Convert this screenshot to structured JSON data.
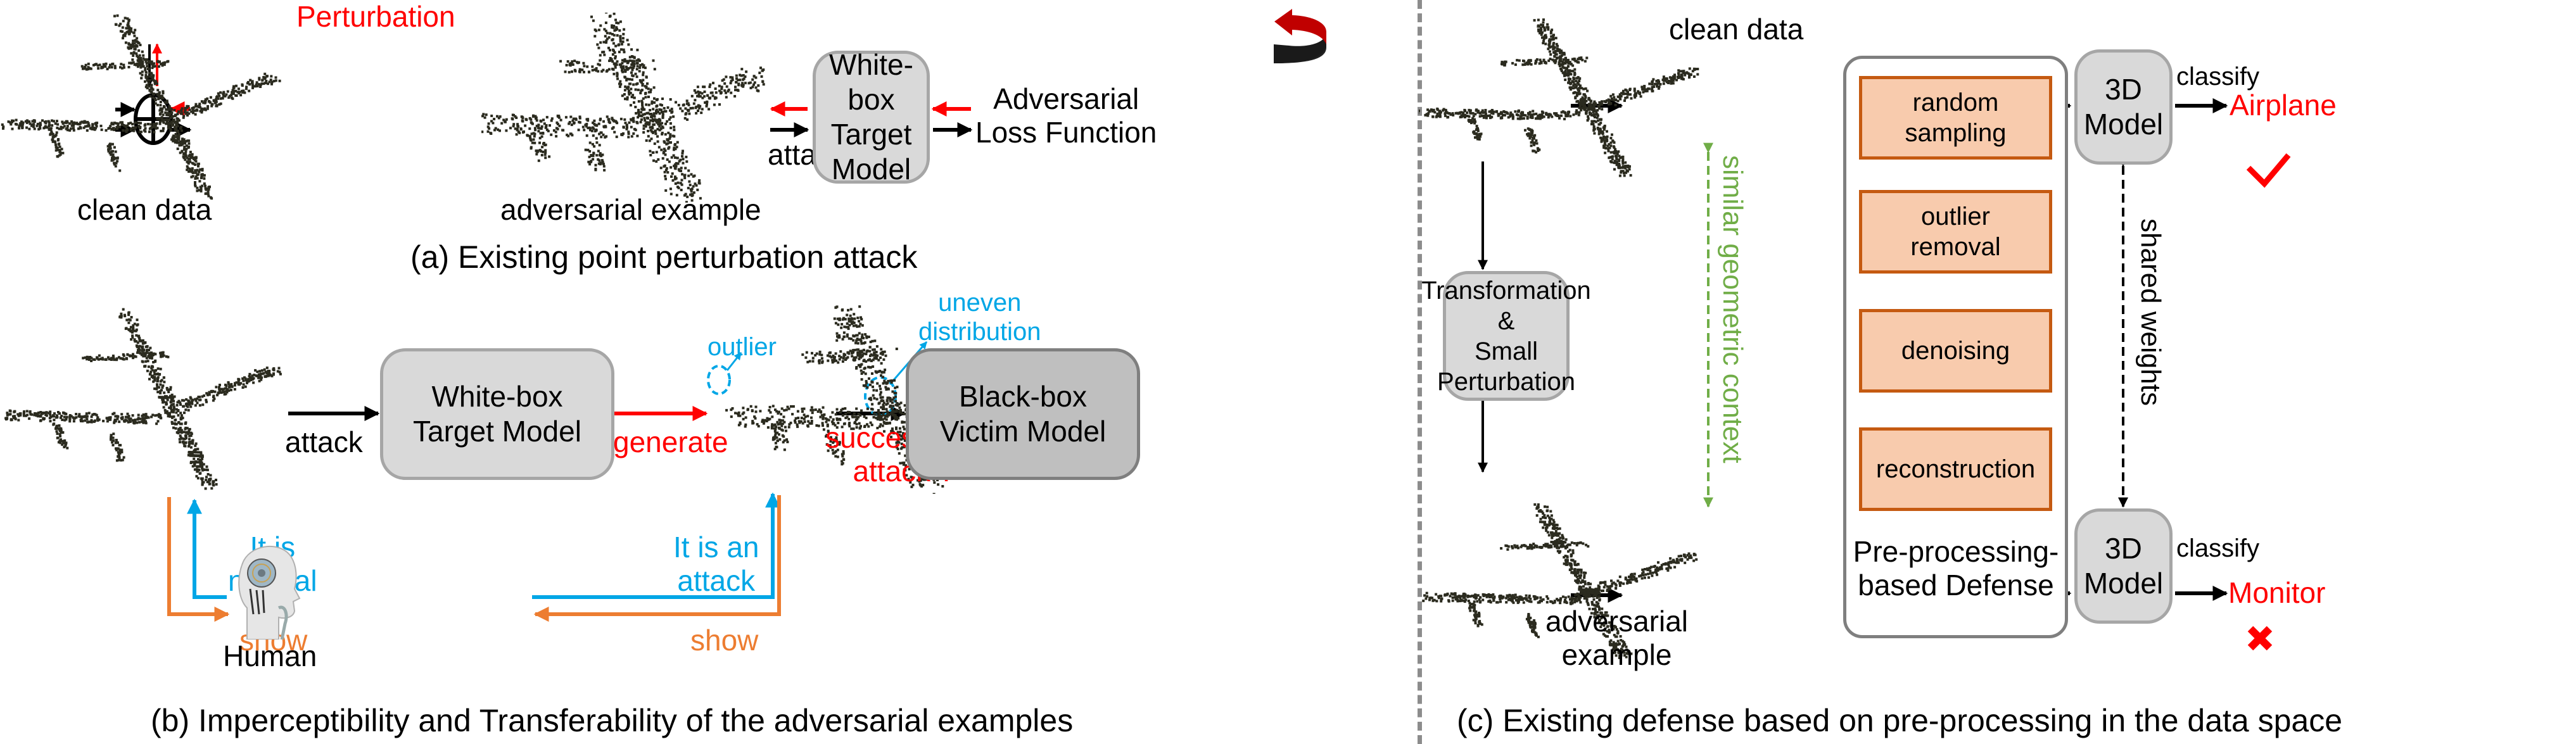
{
  "panel_a": {
    "caption": "(a) Existing point perturbation attack",
    "clean_data_label": "clean data",
    "perturbation_label": "Perturbation",
    "adversarial_example_label": "adversarial example",
    "attack_label": "attack",
    "target_model": {
      "line1": "White-box",
      "line2": "Target Model"
    },
    "loss_function": {
      "line1": "Adversarial",
      "line2": "Loss Function"
    },
    "icons": [
      "point-cloud-airplane-icon",
      "plus-circle-icon",
      "curved-arrow-icon"
    ]
  },
  "panel_b": {
    "caption": "(b) Imperceptibility and Transferability of the adversarial examples",
    "attack_label": "attack",
    "target_model": {
      "line1": "White-box",
      "line2": "Target Model"
    },
    "generate_label": "generate",
    "outlier_label": "outlier",
    "uneven_label": {
      "line1": "uneven",
      "line2": "distribution"
    },
    "success_label": {
      "line1": "successfully",
      "line2": "attack ?"
    },
    "victim_model": {
      "line1": "Black-box",
      "line2": "Victim Model"
    },
    "left_feedback": {
      "line1": "It is",
      "line2": "normal"
    },
    "right_feedback": {
      "line1": "It is an",
      "line2": "attack"
    },
    "show_left": "show",
    "show_right": "show",
    "human_label": "Human",
    "icons": [
      "robot-head-icon"
    ]
  },
  "panel_c": {
    "caption": "(c) Existing defense based on pre-processing in the data space",
    "clean_data_label": "clean data",
    "transform_box": {
      "line1": "Transformation &",
      "line2": "Small Perturbation"
    },
    "similar_context_label": "similar geometric context",
    "adversarial_label": {
      "line1": "adversarial",
      "line2": "example"
    },
    "defense_steps": [
      {
        "line1": "random",
        "line2": "sampling"
      },
      {
        "line1": "outlier",
        "line2": "removal"
      },
      {
        "line1": "denoising",
        "line2": ""
      },
      {
        "line1": "reconstruction",
        "line2": ""
      }
    ],
    "defense_title": {
      "line1": "Pre-processing-",
      "line2": "based Defense"
    },
    "model_top": "3D Model",
    "model_bottom": "3D Model",
    "shared_weights_label": "shared weights",
    "classify_top": "classify",
    "classify_bottom": "classify",
    "result_top": "Airplane",
    "result_bottom": "Monitor",
    "result_top_status": "check-icon",
    "result_bottom_status": "cross-icon"
  },
  "colors": {
    "red": "#ff0000",
    "blue": "#00a6e6",
    "orange": "#ed7d31",
    "green": "#70ad47",
    "box_gray": "#d9d9d9",
    "box_dark": "#bfbfbf",
    "defense_fill": "#f8cbad",
    "defense_border": "#c55a11",
    "point_color": "#2b2b1f"
  }
}
